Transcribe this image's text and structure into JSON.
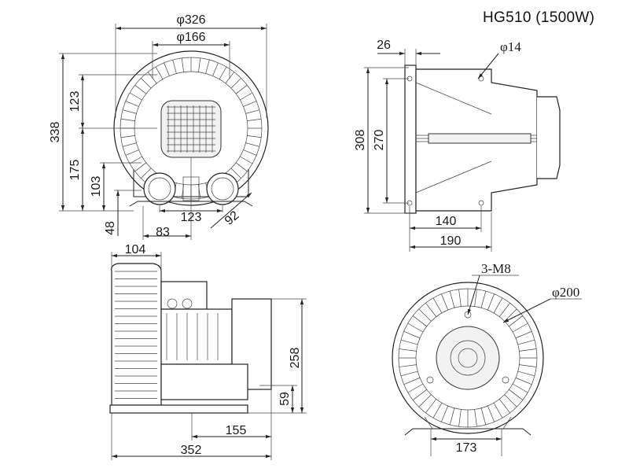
{
  "title": "HG510 (1500W)",
  "views": {
    "front": {
      "dims": {
        "outer_diameter": "φ326",
        "inner_diameter": "φ166",
        "overall_height": "338",
        "upper_height": "123",
        "lower_height": "175",
        "port_height": "103",
        "foot_height": "48",
        "port_spacing": "123",
        "foot_offset": "83",
        "port_angle_dim": "92"
      }
    },
    "side_right": {
      "dims": {
        "flange_width": "26",
        "hole_diameter": "φ14",
        "overall_height": "308",
        "mount_height": "270",
        "mount_spacing": "140",
        "base_width": "190"
      }
    },
    "side_left": {
      "dims": {
        "housing_depth": "104",
        "height": "258",
        "port_height": "59",
        "motor_length": "155",
        "overall_length": "352"
      }
    },
    "back": {
      "dims": {
        "bolt_note": "3-M8",
        "bolt_circle": "φ200",
        "foot_spacing": "173"
      }
    }
  }
}
